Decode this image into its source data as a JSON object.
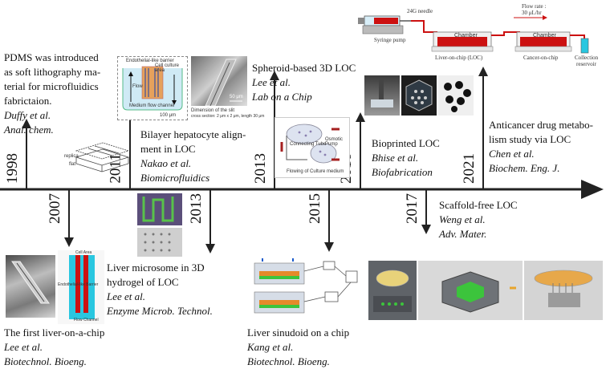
{
  "milestones": [
    {
      "year": "1998",
      "lines": [
        "PDMS was introduced",
        "as soft lithography ma-",
        "terial for microfluidics",
        "fabrictaion."
      ],
      "authors": "Duffy et al.",
      "journal": "Anal. chem."
    },
    {
      "year": "2007",
      "lines": [
        "The first liver-on-a-chip"
      ],
      "authors": "Lee et al.",
      "journal": "Biotechnol. Bioeng."
    },
    {
      "year": "2011",
      "lines": [
        "Bilayer hepatocyte align-",
        "ment in LOC"
      ],
      "authors": "Nakao et al.",
      "journal": "Biomicrofluidics"
    },
    {
      "year": "2013",
      "lines": [
        "Liver microsome in 3D",
        "hydrogel of LOC"
      ],
      "authors": "Lee et al.",
      "journal": "Enzyme Microb. Technol."
    },
    {
      "year": "2013",
      "lines": [
        "Spheroid-based 3D LOC"
      ],
      "authors": "Lee et al.",
      "journal": "Lab on a Chip"
    },
    {
      "year": "2015",
      "lines": [
        "Liver sinudoid on a chip"
      ],
      "authors": "Kang et al.",
      "journal": "Biotechnol. Bioeng."
    },
    {
      "year": "2016",
      "lines": [
        "Bioprinted LOC"
      ],
      "authors": "Bhise et al.",
      "journal": "Biofabrication"
    },
    {
      "year": "2017",
      "lines": [
        "Scaffold-free LOC"
      ],
      "authors": "Weng et al.",
      "journal": "Adv. Mater."
    },
    {
      "year": "2021",
      "lines": [
        "Anticancer drug metabo-",
        "lism study via LOC"
      ],
      "authors": "Chen et al.",
      "journal": "Biochem. Eng. J."
    }
  ],
  "figure_labels": {
    "pdms": {
      "replica": "replica",
      "flat": "flat"
    },
    "nakao": {
      "barrier": "Endothelial-like barrier",
      "culture": "Cell culture area",
      "flow": "Flow",
      "channel": "Medium flow channel",
      "scale": "100 μm",
      "scale2": "50 μm",
      "dim": "Dimension of the slit",
      "dim2": "cross section: 2 μm x 2 μm, length 30 μm"
    },
    "lee2007": {
      "cell": "Cell Area",
      "barrier": "Endothelial-like Barrier",
      "flow": "Flow Channel"
    },
    "spheroid": {
      "tube": "Connecting Tube",
      "pump": "Osmotic Pump",
      "caption": "Flowing of Culture medium"
    },
    "chen": {
      "needle": "24G needle",
      "rate": "Flow rate :",
      "rate_val": "30 μL/hr",
      "pump": "Syringe pump",
      "chamber1": "Chamber",
      "chamber2": "Chamber",
      "liver": "Liver-on-chip (LOC)",
      "cancer": "Cancer-on-chip",
      "collection": "Collection",
      "reservoir": "reservoir"
    }
  },
  "colors": {
    "timeline": "#222222",
    "red": "#cc1111",
    "cyan": "#29c7e0",
    "orange": "#e58a2a",
    "green": "#3cc43c"
  }
}
